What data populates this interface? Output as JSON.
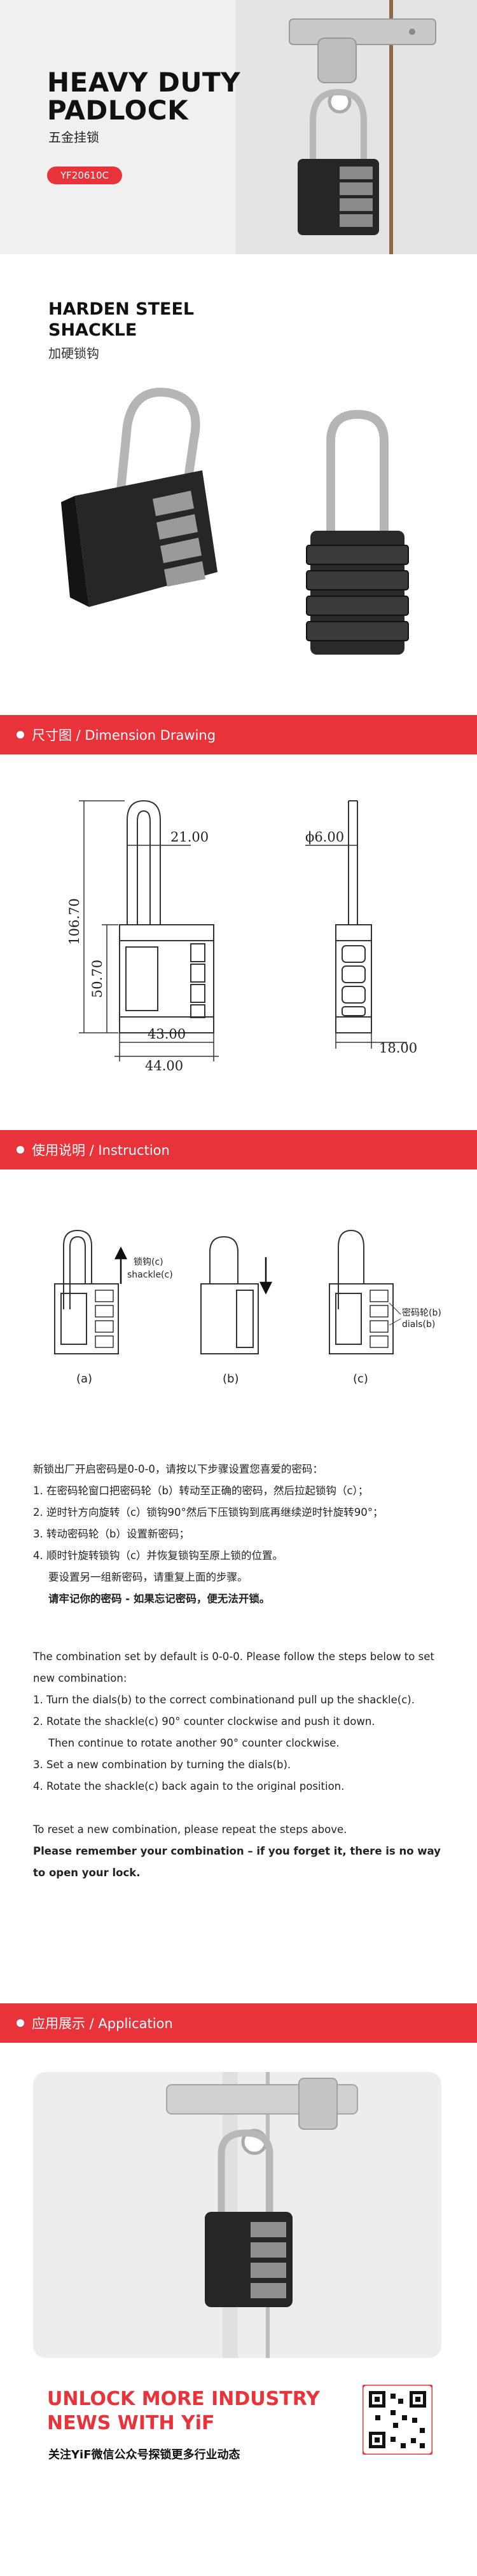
{
  "hero": {
    "title_line1": "HEAVY DUTY",
    "title_line2": "PADLOCK",
    "subtitle": "五金挂锁",
    "model": "YF20610C"
  },
  "shackle": {
    "title_line1": "HARDEN STEEL",
    "title_line2": "SHACKLE",
    "subtitle": "加硬锁钩"
  },
  "dimension": {
    "header": "尺寸图 / Dimension Drawing",
    "height_total": "106.70",
    "height_body": "50.70",
    "shackle_width": "21.00",
    "shackle_dia": "ϕ6.00",
    "body_width": "43.00",
    "overall_width": "44.00",
    "body_depth": "18.00"
  },
  "instruction": {
    "header": "使用说明 / Instruction",
    "label_shackle_cn": "锁钩(c)",
    "label_shackle_en": "shackle(c)",
    "label_dials_cn": "密码轮(b)",
    "label_dials_en": "dials(b)",
    "caption_a": "(a)",
    "caption_b": "(b)",
    "caption_c": "(c)",
    "cn_intro": "新锁出厂开启密码是0-0-0，请按以下步骤设置您喜爱的密码：",
    "cn_step1": "1.  在密码轮窗口把密码轮（b）转动至正确的密码，然后拉起锁钩（c）；",
    "cn_step2": "2.  逆时针方向旋转（c）锁钩90°然后下压锁钩到底再继续逆时针旋转90°；",
    "cn_step3": "3.  转动密码轮（b）设置新密码；",
    "cn_step4": "4.  顺时针旋转锁钩（c）并恢复锁钩至原上锁的位置。",
    "cn_repeat": "要设置另一组新密码，请重复上面的步骤。",
    "cn_warning": "请牢记你的密码 - 如果忘记密码，便无法开锁。",
    "en_intro": "The combination set by default is 0-0-0. Please follow the steps below to set new combination:",
    "en_step1": "1. Turn the dials(b) to the correct combinationand pull up the shackle(c).",
    "en_step2a": "2. Rotate the shackle(c) 90°  counter clockwise and push it down.",
    "en_step2b": "Then continue to rotate another 90° counter clockwise.",
    "en_step3": "3. Set a new combination by turning the dials(b).",
    "en_step4": "4. Rotate the shackle(c) back again to the original position.",
    "en_reset": "To reset a new combination, please repeat the steps above.",
    "en_warning": "Please remember your combination – if you forget it, there is no way to open your lock."
  },
  "application": {
    "header": "应用展示 / Application"
  },
  "promo": {
    "line1": "UNLOCK MORE INDUSTRY",
    "line2": "NEWS WITH YiF",
    "subtitle": "关注YiF微信公众号探锁更多行业动态"
  },
  "colors": {
    "brand_red": "#e8333a",
    "lock_body": "#262626"
  }
}
